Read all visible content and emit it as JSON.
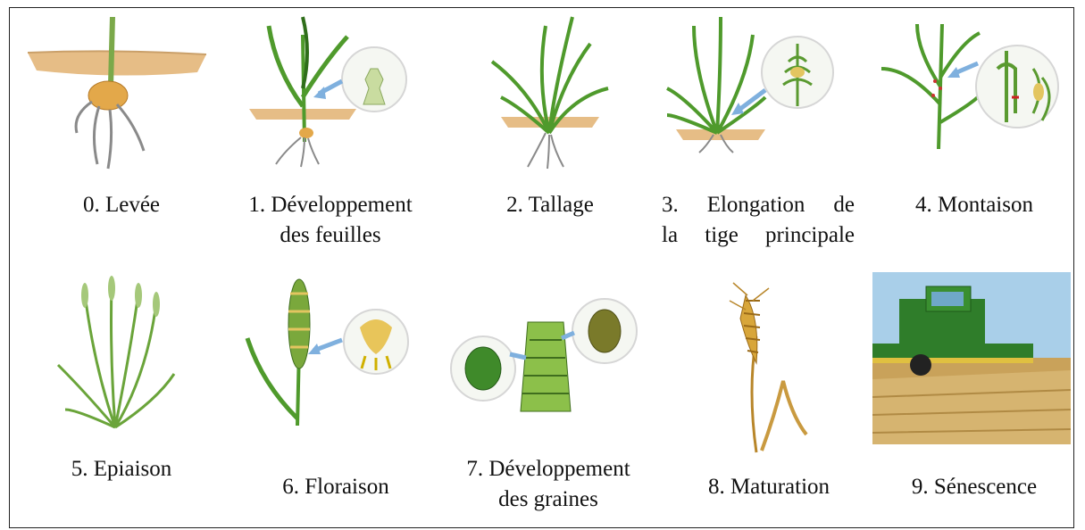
{
  "stages": [
    {
      "lines": [
        "0. Levée"
      ]
    },
    {
      "lines": [
        "1. Développement",
        "des feuilles"
      ]
    },
    {
      "lines": [
        "2. Tallage"
      ]
    },
    {
      "lines": [
        "3.  Elongation  de",
        "la tige principale"
      ]
    },
    {
      "lines": [
        "4. Montaison"
      ]
    },
    {
      "lines": [
        "5. Epiaison"
      ]
    },
    {
      "lines": [
        "6. Floraison"
      ]
    },
    {
      "lines": [
        "7. Développement",
        "des graines"
      ]
    },
    {
      "lines": [
        "8. Maturation"
      ]
    },
    {
      "lines": [
        "9. Sénescence"
      ]
    }
  ],
  "colors": {
    "leaf": "#4f9a2c",
    "leaf_dark": "#2f6e1a",
    "soil": "#e2b67a",
    "arrow": "#7fb0de",
    "root": "#8a8a8a",
    "grain_gold": "#d8a63a",
    "sky": "#9ec6e6",
    "field": "#c9a25a",
    "combine": "#2f7d2a"
  }
}
